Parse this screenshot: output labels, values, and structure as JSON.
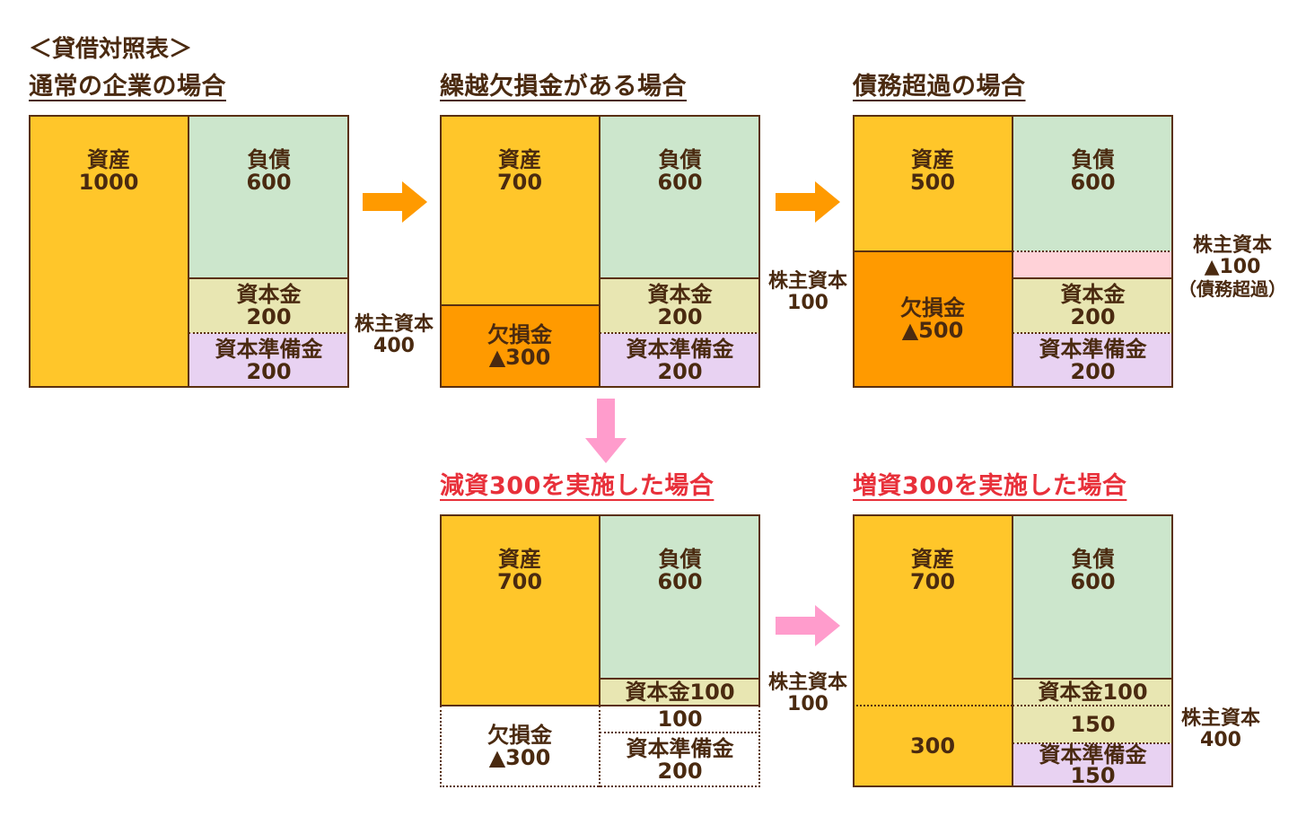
{
  "title": "＜貸借対照表＞",
  "colors": {
    "asset": "#ffc62a",
    "deficit": "#ff9a00",
    "debt": "#cce6cc",
    "capital": "#e8e6b2",
    "reserve": "#e8d2f2",
    "negative": "#ffd2d8",
    "arrow_orange": "#ff9a00",
    "arrow_pink": "#ff9ccc",
    "heading_red": "#e8303a",
    "heading_brown": "#4a2a10"
  },
  "panels": {
    "normal": {
      "heading": "通常の企業の場合",
      "asset_label": "資産",
      "asset_value": "1000",
      "debt_label": "負債",
      "debt_value": "600",
      "capital_label": "資本金",
      "capital_value": "200",
      "reserve_label": "資本準備金",
      "reserve_value": "200",
      "equity_label": "株主資本",
      "equity_value": "400"
    },
    "deficit": {
      "heading": "繰越欠損金がある場合",
      "asset_label": "資産",
      "asset_value": "700",
      "deficit_label": "欠損金",
      "deficit_value": "▲300",
      "debt_label": "負債",
      "debt_value": "600",
      "capital_label": "資本金",
      "capital_value": "200",
      "reserve_label": "資本準備金",
      "reserve_value": "200",
      "equity_label": "株主資本",
      "equity_value": "100"
    },
    "insolvent": {
      "heading": "債務超過の場合",
      "asset_label": "資産",
      "asset_value": "500",
      "deficit_label": "欠損金",
      "deficit_value": "▲500",
      "debt_label": "負債",
      "debt_value": "600",
      "capital_label": "資本金",
      "capital_value": "200",
      "reserve_label": "資本準備金",
      "reserve_value": "200",
      "equity_label": "株主資本",
      "equity_value": "▲100",
      "equity_note": "（債務超過）"
    },
    "reduction": {
      "heading": "減資300を実施した場合",
      "asset_label": "資産",
      "asset_value": "700",
      "deficit_label": "欠損金",
      "deficit_value": "▲300",
      "debt_label": "負債",
      "debt_value": "600",
      "capital_text": "資本金100",
      "removed_value": "100",
      "reserve_label": "資本準備金",
      "reserve_value": "200",
      "equity_label": "株主資本",
      "equity_value": "100"
    },
    "increase": {
      "heading": "増資300を実施した場合",
      "asset_label": "資産",
      "asset_value": "700",
      "added_asset_value": "300",
      "debt_label": "負債",
      "debt_value": "600",
      "capital_text": "資本金100",
      "capital_add_value": "150",
      "reserve_label": "資本準備金",
      "reserve_value": "150",
      "equity_label": "株主資本",
      "equity_value": "400"
    }
  }
}
